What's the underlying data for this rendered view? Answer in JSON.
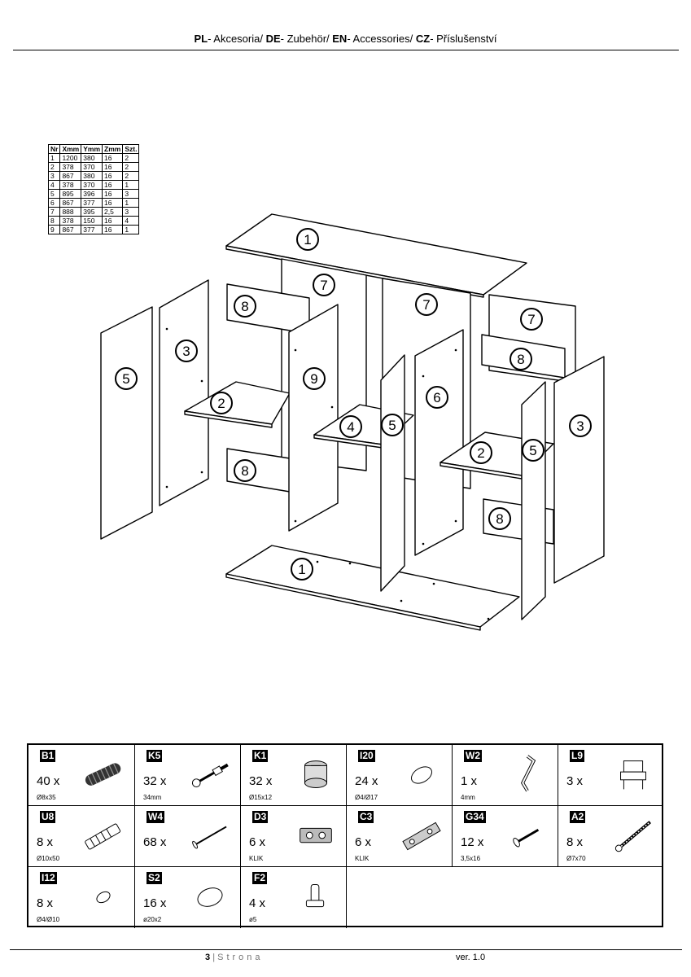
{
  "header": {
    "parts": [
      {
        "code": "PL",
        "text": "- Akcesoria/ "
      },
      {
        "code": "DE",
        "text": "- Zubehör/ "
      },
      {
        "code": "EN",
        "text": "- Accessories/ "
      },
      {
        "code": "CZ",
        "text": "- Příslušenství"
      }
    ]
  },
  "table": {
    "headers": [
      "Nr",
      "Xmm",
      "Ymm",
      "Zmm",
      "Szt."
    ],
    "rows": [
      [
        "1",
        "1200",
        "380",
        "16",
        "2"
      ],
      [
        "2",
        "378",
        "370",
        "16",
        "2"
      ],
      [
        "3",
        "867",
        "380",
        "16",
        "2"
      ],
      [
        "4",
        "378",
        "370",
        "16",
        "1"
      ],
      [
        "5",
        "895",
        "396",
        "16",
        "3"
      ],
      [
        "6",
        "867",
        "377",
        "16",
        "1"
      ],
      [
        "7",
        "888",
        "395",
        "2,5",
        "3"
      ],
      [
        "8",
        "378",
        "150",
        "16",
        "4"
      ],
      [
        "9",
        "867",
        "377",
        "16",
        "1"
      ]
    ]
  },
  "diagram_labels": [
    "1",
    "7",
    "7",
    "7",
    "8",
    "8",
    "3",
    "5",
    "9",
    "2",
    "4",
    "5",
    "6",
    "2",
    "5",
    "3",
    "8",
    "8",
    "1"
  ],
  "hardware": [
    {
      "code": "B1",
      "qty": "40 x",
      "spec": "Ø8x35",
      "icon": "dowel-icon"
    },
    {
      "code": "K5",
      "qty": "32 x",
      "spec": "34mm",
      "icon": "cam-bolt-icon"
    },
    {
      "code": "K1",
      "qty": "32 x",
      "spec": "Ø15x12",
      "icon": "cam-lock-icon"
    },
    {
      "code": "I20",
      "qty": "24 x",
      "spec": "Ø4/Ø17",
      "icon": "cover-cap-icon"
    },
    {
      "code": "W2",
      "qty": "1 x",
      "spec": "4mm",
      "icon": "allen-key-icon"
    },
    {
      "code": "L9",
      "qty": "3 x",
      "spec": "",
      "icon": "bracket-icon"
    },
    {
      "code": "U8",
      "qty": "8 x",
      "spec": "Ø10x50",
      "icon": "wall-plug-icon"
    },
    {
      "code": "W4",
      "qty": "68 x",
      "spec": "",
      "icon": "nail-icon"
    },
    {
      "code": "D3",
      "qty": "6 x",
      "spec": "KLIK",
      "icon": "hinge-icon"
    },
    {
      "code": "C3",
      "qty": "6 x",
      "spec": "KLIK",
      "icon": "hinge-arm-icon"
    },
    {
      "code": "G34",
      "qty": "12 x",
      "spec": "3,5x16",
      "icon": "screw-icon"
    },
    {
      "code": "A2",
      "qty": "8 x",
      "spec": "Ø7x70",
      "icon": "long-screw-icon"
    },
    {
      "code": "I12",
      "qty": "8 x",
      "spec": "Ø4/Ø10",
      "icon": "small-cap-icon"
    },
    {
      "code": "S2",
      "qty": "16 x",
      "spec": "ø20x2",
      "icon": "felt-pad-icon"
    },
    {
      "code": "F2",
      "qty": "4 x",
      "spec": "ø5",
      "icon": "shelf-pin-icon"
    }
  ],
  "footer": {
    "page": "3",
    "separator": "|",
    "page_word": "Strona",
    "version": "ver. 1.0"
  }
}
